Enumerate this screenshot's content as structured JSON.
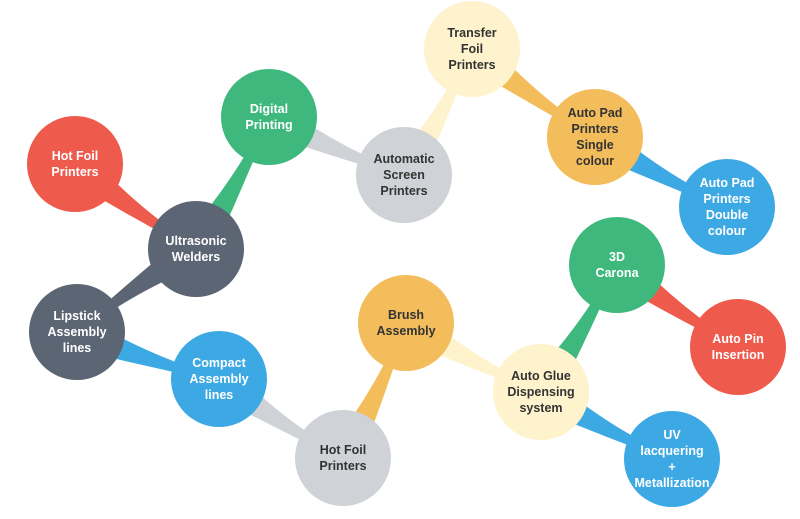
{
  "palette": {
    "red": "#EE5A4B",
    "green": "#3FB87E",
    "gray": "#CFD2D6",
    "slate": "#5C6573",
    "blue": "#3DA9E4",
    "cream": "#FEF3CC",
    "gold": "#F3BD5C"
  },
  "nodes": [
    {
      "id": "hot-foil-printers-top",
      "label": "Hot Foil\nPrinters",
      "color": "red",
      "text_color": "#ffffff"
    },
    {
      "id": "digital-printing",
      "label": "Digital\nPrinting",
      "color": "green",
      "text_color": "#ffffff"
    },
    {
      "id": "automatic-screen-printers",
      "label": "Automatic\nScreen\nPrinters",
      "color": "gray",
      "text_color": "#333333"
    },
    {
      "id": "transfer-foil-printers",
      "label": "Transfer\nFoil\nPrinters",
      "color": "cream",
      "text_color": "#333333"
    },
    {
      "id": "auto-pad-printers-single",
      "label": "Auto Pad\nPrinters\nSingle\ncolour",
      "color": "gold",
      "text_color": "#333333"
    },
    {
      "id": "auto-pad-printers-double",
      "label": "Auto Pad\nPrinters\nDouble\ncolour",
      "color": "blue",
      "text_color": "#ffffff"
    },
    {
      "id": "ultrasonic-welders",
      "label": "Ultrasonic\nWelders",
      "color": "slate",
      "text_color": "#ffffff"
    },
    {
      "id": "lipstick-assembly-lines",
      "label": "Lipstick\nAssembly\nlines",
      "color": "slate",
      "text_color": "#ffffff"
    },
    {
      "id": "compact-assembly-lines",
      "label": "Compact\nAssembly\nlines",
      "color": "blue",
      "text_color": "#ffffff"
    },
    {
      "id": "hot-foil-printers-bottom",
      "label": "Hot Foil\nPrinters",
      "color": "gray",
      "text_color": "#333333"
    },
    {
      "id": "brush-assembly",
      "label": "Brush\nAssembly",
      "color": "gold",
      "text_color": "#333333"
    },
    {
      "id": "auto-glue-dispensing-system",
      "label": "Auto Glue\nDispensing\nsystem",
      "color": "cream",
      "text_color": "#333333"
    },
    {
      "id": "3d-carona",
      "label": "3D\nCarona",
      "color": "green",
      "text_color": "#ffffff"
    },
    {
      "id": "auto-pin-insertion",
      "label": "Auto Pin\nInsertion",
      "color": "red",
      "text_color": "#ffffff"
    },
    {
      "id": "uv-lacquering-metallization",
      "label": "UV lacquering\n+\nMetallization",
      "color": "blue",
      "text_color": "#ffffff"
    }
  ],
  "links": [
    {
      "from": "hot-foil-printers-top",
      "to": "ultrasonic-welders",
      "color": "red"
    },
    {
      "from": "ultrasonic-welders",
      "to": "digital-printing",
      "color": "green"
    },
    {
      "from": "digital-printing",
      "to": "automatic-screen-printers",
      "color": "gray"
    },
    {
      "from": "automatic-screen-printers",
      "to": "transfer-foil-printers",
      "color": "cream"
    },
    {
      "from": "transfer-foil-printers",
      "to": "auto-pad-printers-single",
      "color": "gold"
    },
    {
      "from": "auto-pad-printers-single",
      "to": "auto-pad-printers-double",
      "color": "blue"
    },
    {
      "from": "ultrasonic-welders",
      "to": "lipstick-assembly-lines",
      "color": "slate"
    },
    {
      "from": "lipstick-assembly-lines",
      "to": "compact-assembly-lines",
      "color": "blue"
    },
    {
      "from": "compact-assembly-lines",
      "to": "hot-foil-printers-bottom",
      "color": "gray"
    },
    {
      "from": "hot-foil-printers-bottom",
      "to": "brush-assembly",
      "color": "gold"
    },
    {
      "from": "brush-assembly",
      "to": "auto-glue-dispensing-system",
      "color": "cream"
    },
    {
      "from": "auto-glue-dispensing-system",
      "to": "3d-carona",
      "color": "green"
    },
    {
      "from": "3d-carona",
      "to": "auto-pin-insertion",
      "color": "red"
    },
    {
      "from": "auto-glue-dispensing-system",
      "to": "uv-lacquering-metallization",
      "color": "blue"
    }
  ]
}
